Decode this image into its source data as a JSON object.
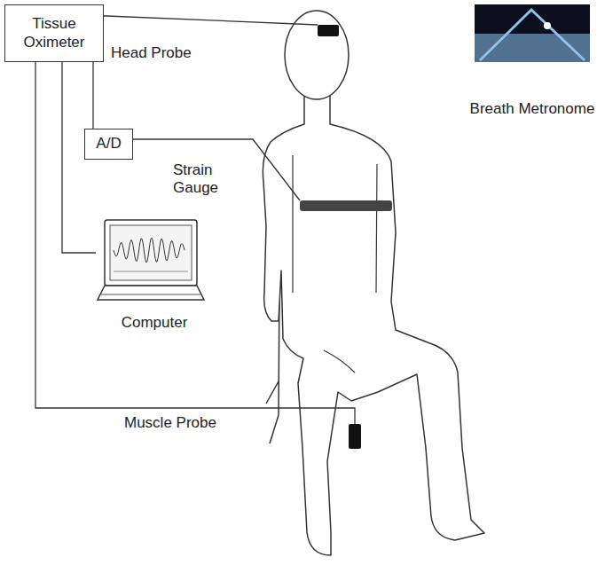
{
  "diagram": {
    "nodes": [
      {
        "text": [
          "Tissue Oximeter"
        ]
      },
      {
        "text": [
          "A/D"
        ]
      },
      {
        "text": [
          "Computer"
        ]
      },
      {
        "text": [
          "Head Probe"
        ]
      },
      {
        "text": [
          "Strain Gauge"
        ]
      },
      {
        "text": [
          "Muscle Probe"
        ]
      },
      {
        "text": [
          "Breath Metronome"
        ]
      }
    ],
    "edges": [
      {
        "from": 0,
        "to": 3,
        "arrow": "none"
      },
      {
        "from": 0,
        "to": 1,
        "arrow": "none"
      },
      {
        "from": 1,
        "to": 4,
        "arrow": "none"
      },
      {
        "from": 0,
        "to": 2,
        "arrow": "none"
      },
      {
        "from": 0,
        "to": 5,
        "arrow": "none"
      }
    ]
  }
}
